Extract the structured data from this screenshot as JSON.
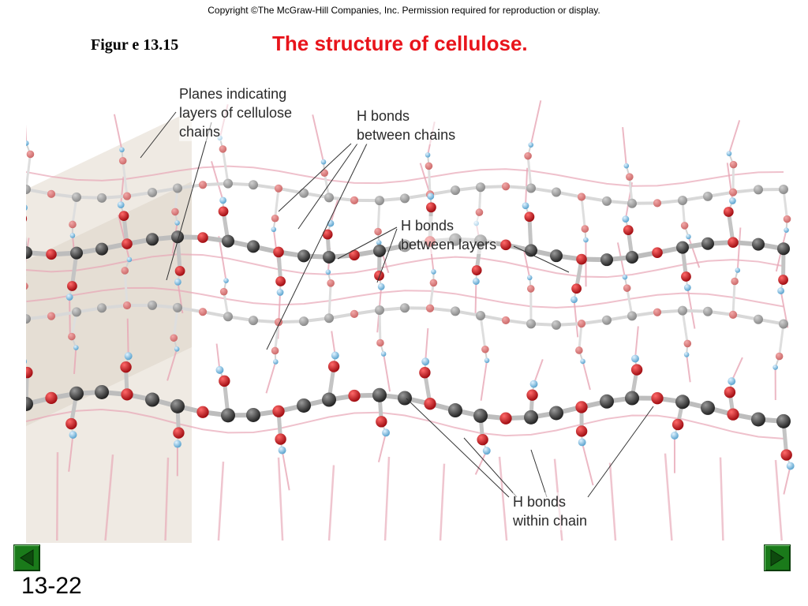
{
  "header": {
    "copyright": "Copyright ©The McGraw-Hill Companies, Inc.  Permission required for reproduction or display.",
    "figure_label": "Figur e 13.15",
    "title": "The structure of cellulose."
  },
  "diagram": {
    "callouts": {
      "planes": [
        "Planes indicating",
        "layers of cellulose",
        "chains"
      ],
      "hbonds_chains": [
        "H bonds",
        "between chains"
      ],
      "hbonds_layers": [
        "H bonds",
        "between layers"
      ],
      "hbonds_within": [
        "H bonds",
        "within chain"
      ]
    },
    "atom_colors": {
      "carbon": "#3a3a3a",
      "oxygen": "#c8161d",
      "hydrogen": "#7ab8dc",
      "hbond": "#e8a7b6",
      "plane": "#e7dfd6"
    }
  },
  "footer": {
    "slide_number": "13-22",
    "prev_icon": "triangle-left-icon",
    "next_icon": "triangle-right-icon",
    "accent_color": "#1a7a1a"
  }
}
